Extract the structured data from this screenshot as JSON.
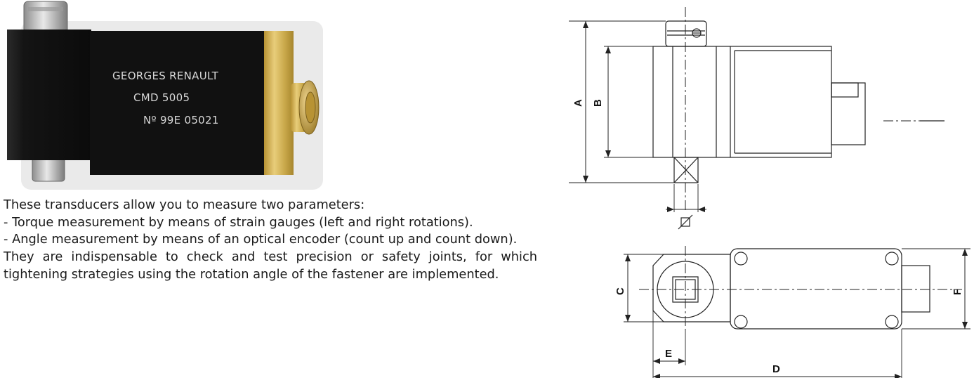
{
  "photo": {
    "engraving": {
      "brand": "GEORGES RENAULT",
      "model": "CMD 5005",
      "serial": "Nº 99E 05021"
    }
  },
  "description": {
    "intro": "These transducers allow you to measure two parameters:",
    "items": [
      "- Torque measurement by means of strain gauges (left and right rotations).",
      "- Angle measurement by means of an optical encoder (count up and count down)."
    ],
    "closing": "They are indispensable to check and test precision or safety joints, for which tightening strategies using the rotation angle of the fastener are implemented."
  },
  "drawings": {
    "side_view": {
      "dim_a": "A",
      "dim_b": "B"
    },
    "top_view": {
      "dim_c": "C",
      "dim_d": "D",
      "dim_e": "E",
      "dim_f": "F"
    }
  },
  "colors": {
    "sensor_black": "#141414",
    "brass": "#c9a84a",
    "line": "#222222"
  }
}
